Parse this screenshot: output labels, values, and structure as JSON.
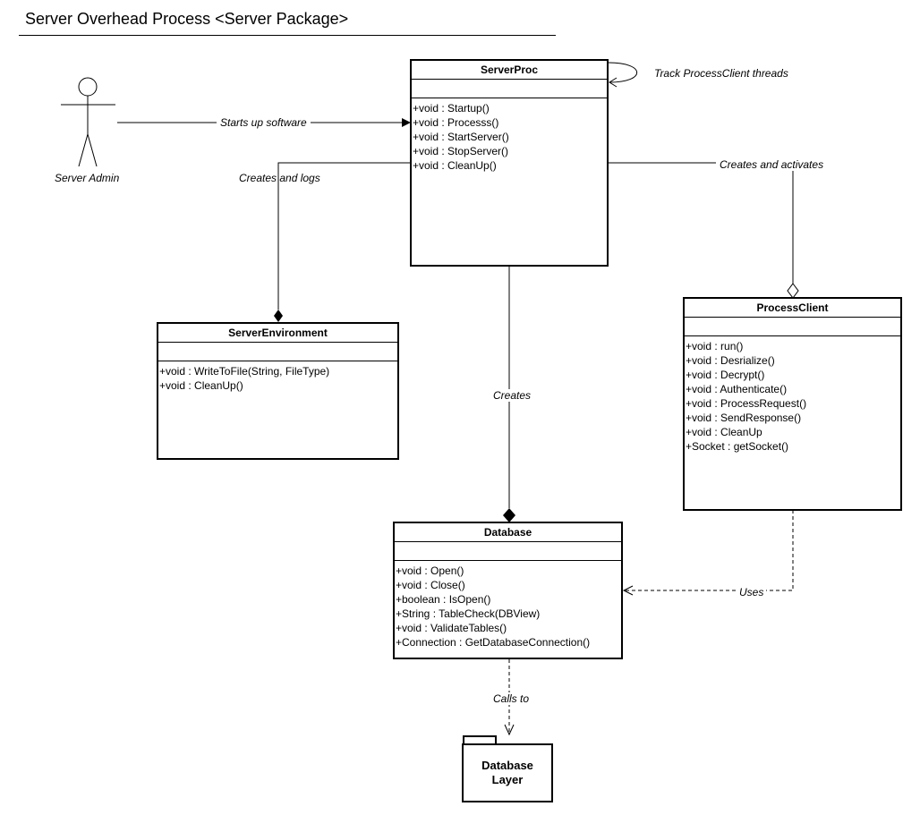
{
  "title": "Server Overhead Process <Server Package>",
  "actor": {
    "name": "Server Admin"
  },
  "classes": {
    "server_proc": {
      "name": "ServerProc",
      "methods": [
        "+void : Startup()",
        "+void : Processs()",
        "+void : StartServer()",
        "+void : StopServer()",
        "+void : CleanUp()"
      ]
    },
    "server_environment": {
      "name": "ServerEnvironment",
      "methods": [
        "+void : WriteToFile(String, FileType)",
        "+void : CleanUp()"
      ]
    },
    "process_client": {
      "name": "ProcessClient",
      "methods": [
        "+void : run()",
        "+void : Desrialize()",
        "+void : Decrypt()",
        "+void : Authenticate()",
        "+void : ProcessRequest()",
        "+void : SendResponse()",
        "+void : CleanUp",
        "+Socket : getSocket()"
      ]
    },
    "database": {
      "name": "Database",
      "methods": [
        "+void : Open()",
        "+void : Close()",
        "+boolean : IsOpen()",
        "+String : TableCheck(DBView)",
        "+void : ValidateTables()",
        "+Connection : GetDatabaseConnection()"
      ]
    }
  },
  "package": {
    "line1": "Database",
    "line2": "Layer"
  },
  "relations": {
    "starts_up": "Starts up software",
    "track_threads": "Track ProcessClient threads",
    "creates_logs": "Creates and logs",
    "creates_activates": "Creates and activates",
    "creates": "Creates",
    "uses": "Uses",
    "calls_to": "Calls to"
  }
}
